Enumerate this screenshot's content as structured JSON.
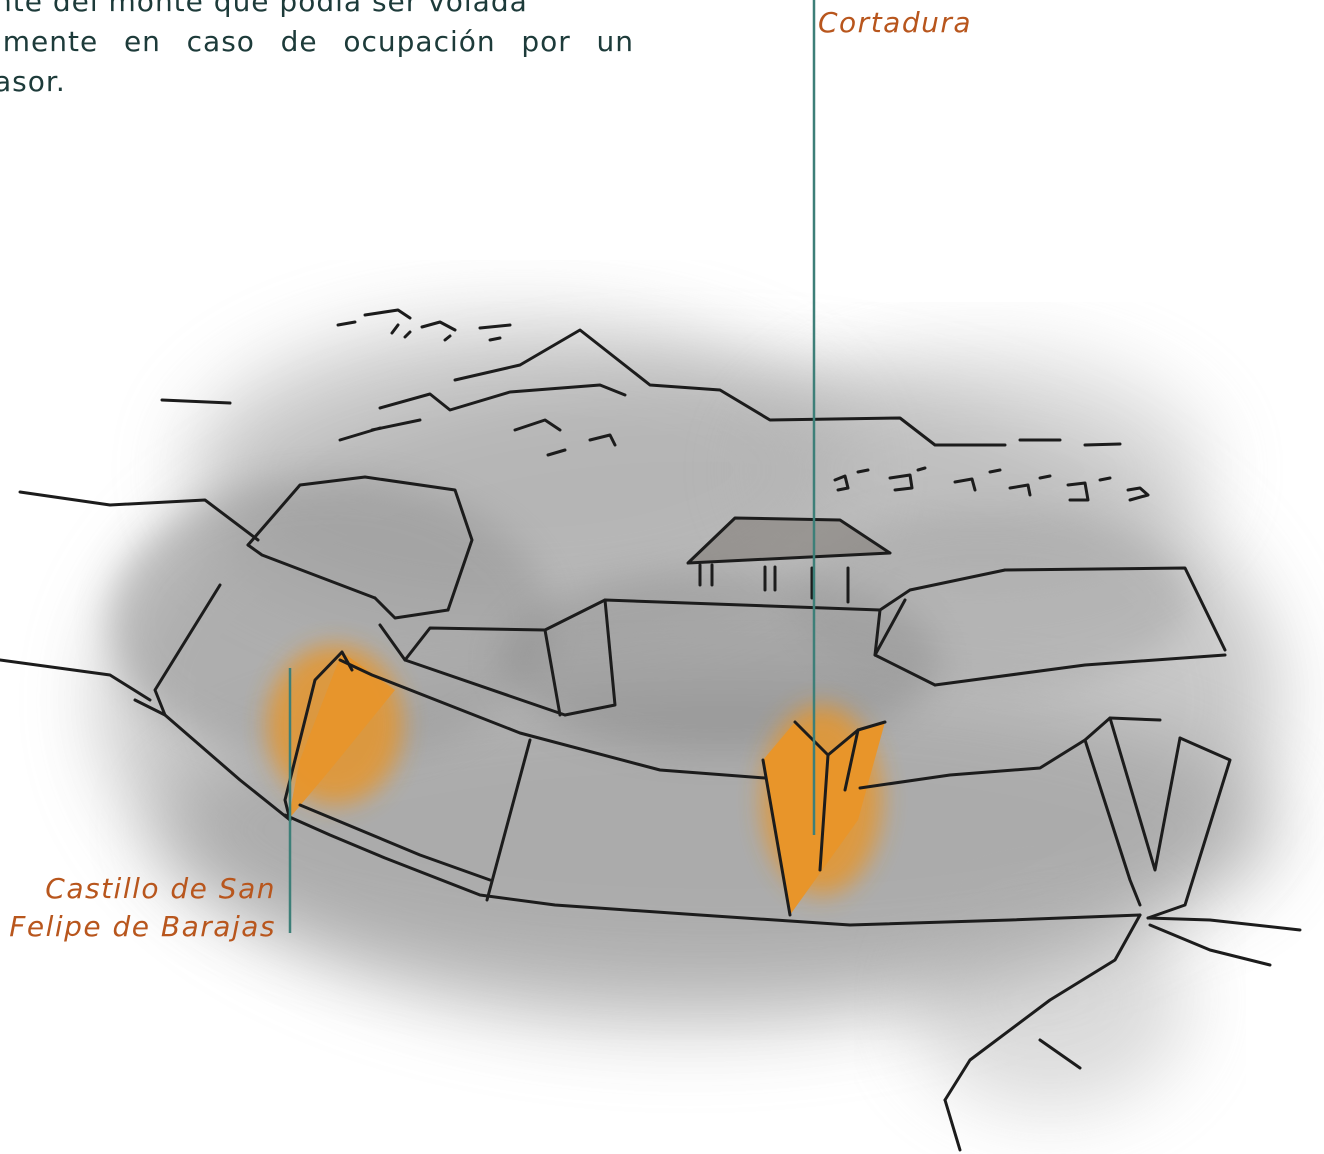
{
  "body_text": {
    "lines": [
      "nte del monte que podía ser volada",
      "lmente en caso de ocupación por un",
      "asor."
    ]
  },
  "labels": {
    "cortadura": "Cortadura",
    "castillo": [
      "Castillo de San",
      "Felipe de Barajas"
    ]
  },
  "colors": {
    "label_text": "#b8561d",
    "leader_line": "#3d7f78",
    "body_text": "#1d3b3a",
    "highlight": "#e5962e",
    "ink": "#1c1c1c"
  },
  "icons": [
    "ink-sketch-fortification"
  ]
}
